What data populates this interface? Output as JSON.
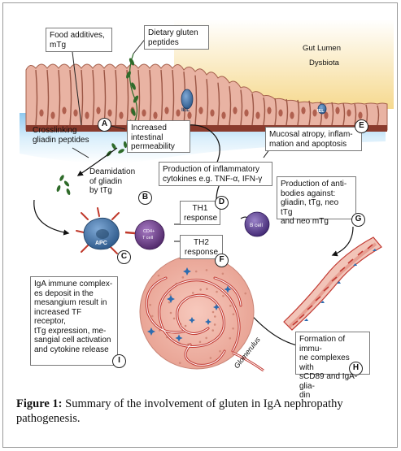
{
  "regions": {
    "gut_lumen": "Gut Lumen",
    "dysbiota": "Dysbiota",
    "glomerulus": "Glomerulus"
  },
  "cells": {
    "iel_left": "IEL",
    "iel_right": "IEL",
    "apc": "APC",
    "t_cell_line1": "CD4+",
    "t_cell_line2": "T cell",
    "b_cell": "B cell"
  },
  "boxes": {
    "food_additives": [
      "Food additives,",
      "mTg"
    ],
    "dietary_gluten": [
      "Dietary gluten",
      "peptides"
    ],
    "crosslinking": [
      "Crosslinking",
      "gliadin peptides"
    ],
    "increased_permeability": [
      "Increased",
      "intestinal",
      "permeability"
    ],
    "deamidation": [
      "Deamidation",
      "of gliadin",
      "by tTg"
    ],
    "mucosal_atrophy": [
      "Mucosal atropy, inflam-",
      "mation and apoptosis"
    ],
    "inflammatory_cytokines": [
      "Production of inflammatory",
      "cytokines e.g. TNF-α, IFN-γ"
    ],
    "th1": [
      "TH1",
      "response"
    ],
    "th2": [
      "TH2",
      "response"
    ],
    "antibodies": [
      "Production of anti-",
      "bodies against:",
      "gliadin, tTg, neo tTg",
      "and neo mTg"
    ],
    "iga_deposit": [
      "IgA immune complex-",
      "es deposit in the",
      "mesangium result in",
      "increased TF receptor,",
      "tTg expression, me-",
      "sangial cell activation",
      "and cytokine release"
    ],
    "immune_complexes": [
      "Formation of immu-",
      "ne complexes with",
      "sCD89 and IgA-glia-",
      "din"
    ]
  },
  "step_labels": {
    "A": "A",
    "B": "B",
    "C": "C",
    "D": "D",
    "E": "E",
    "F": "F",
    "G": "G",
    "H": "H",
    "I": "I"
  },
  "caption": {
    "label": "Figure 1:",
    "text": " Summary of the involvement of gluten in IgA nephropathy pathogenesis."
  },
  "colors": {
    "epithelium": "#c98a78",
    "epithelium_light": "#f3dcd2",
    "intestinal_blue": "#bfe1f6",
    "lumen_yellow": "#f8e3a8",
    "peptide_green": "#2f6b2a",
    "apc_blue": "#3d6f9e",
    "t_cell_purple": "#6b3b86",
    "b_cell_purple": "#5a3a8a",
    "vessel_red": "#c23a33",
    "antibody_blue": "#2c6cb0"
  }
}
